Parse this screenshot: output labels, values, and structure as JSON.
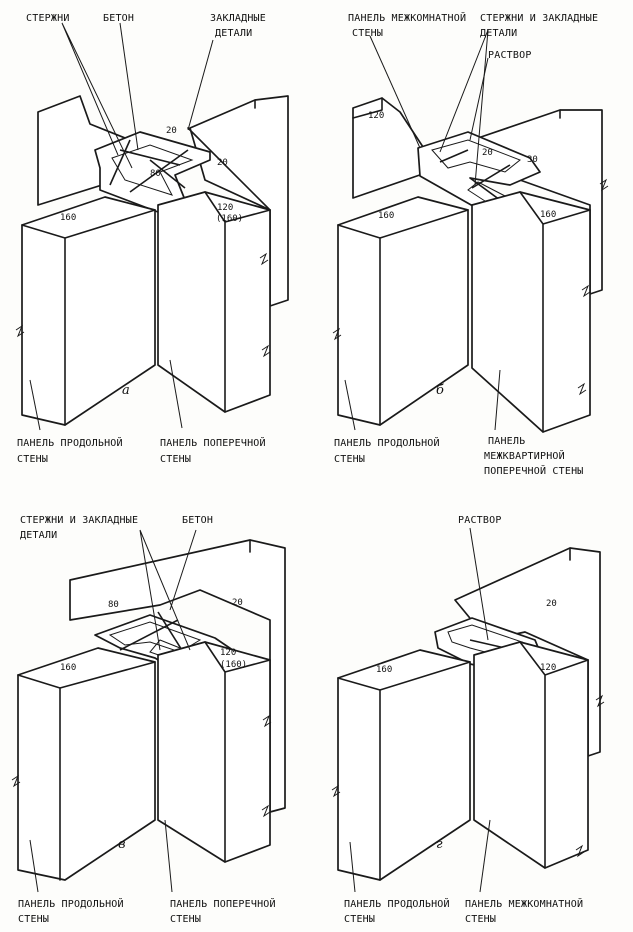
{
  "panels": [
    {
      "id": "a",
      "letter": "а",
      "labels": {
        "rods": "СТЕРЖНИ",
        "concrete": "БЕТОН",
        "embedded_1": "ЗАКЛАДНЫЕ",
        "embedded_2": "ДЕТАЛИ",
        "bottom_left_1": "ПАНЕЛЬ ПРОДОЛЬНОЙ",
        "bottom_left_2": "СТЕНЫ",
        "bottom_right_1": "ПАНЕЛЬ ПОПЕРЕЧНОЙ",
        "bottom_right_2": "СТЕНЫ"
      },
      "dims": {
        "d1": "160",
        "d2": "120",
        "d3": "(160)",
        "d4": "20",
        "d5": "20",
        "d6": "80"
      }
    },
    {
      "id": "b",
      "letter": "б",
      "labels": {
        "top_left_1": "ПАНЕЛЬ МЕЖКОМНАТНОЙ",
        "top_left_2": "СТЕНЫ",
        "rods_1": "СТЕРЖНИ И ЗАКЛАДНЫЕ",
        "rods_2": "ДЕТАЛИ",
        "mortar": "РАСТВОР",
        "bottom_left_1": "ПАНЕЛЬ ПРОДОЛЬНОЙ",
        "bottom_left_2": "СТЕНЫ",
        "bottom_right_1": "ПАНЕЛЬ",
        "bottom_right_2": "МЕЖКВАРТИРНОЙ",
        "bottom_right_3": "ПОПЕРЕЧНОЙ СТЕНЫ"
      },
      "dims": {
        "d1": "120",
        "d2": "160",
        "d3": "160",
        "d4": "20",
        "d5": "30"
      }
    },
    {
      "id": "v",
      "letter": "в",
      "labels": {
        "rods_1": "СТЕРЖНИ И ЗАКЛАДНЫЕ",
        "rods_2": "ДЕТАЛИ",
        "concrete": "БЕТОН",
        "bottom_left_1": "ПАНЕЛЬ ПРОДОЛЬНОЙ",
        "bottom_left_2": "СТЕНЫ",
        "bottom_right_1": "ПАНЕЛЬ ПОПЕРЕЧНОЙ",
        "bottom_right_2": "СТЕНЫ"
      },
      "dims": {
        "d1": "80",
        "d2": "20",
        "d3": "160",
        "d4": "120",
        "d5": "(160)"
      }
    },
    {
      "id": "g",
      "letter": "г",
      "labels": {
        "mortar": "РАСТВОР",
        "bottom_left_1": "ПАНЕЛЬ ПРОДОЛЬНОЙ",
        "bottom_left_2": "СТЕНЫ",
        "bottom_right_1": "ПАНЕЛЬ МЕЖКОМНАТНОЙ",
        "bottom_right_2": "СТЕНЫ"
      },
      "dims": {
        "d1": "160",
        "d2": "120",
        "d3": "20"
      }
    }
  ]
}
